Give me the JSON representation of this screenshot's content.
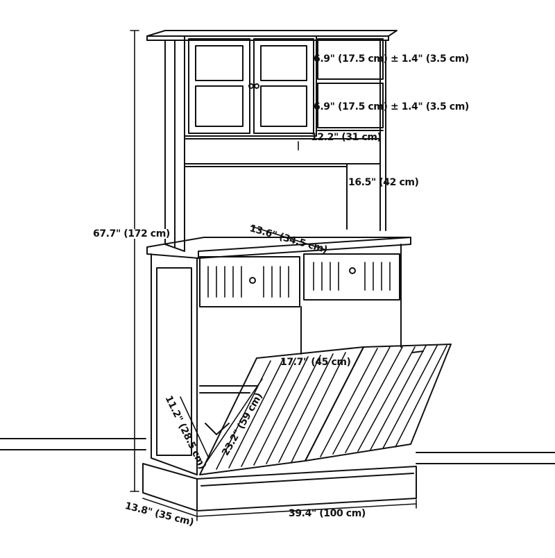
{
  "diagram": {
    "dimensions": {
      "shelf_upper": "6.9\" (17.5 cm) ± 1.4\" (3.5 cm)",
      "shelf_lower": "6.9\" (17.5 cm) ± 1.4\" (3.5 cm)",
      "hutch_depth": "12.2\" (31 cm)",
      "hutch_gap_height": "16.5\" (42 cm)",
      "total_height": "67.7\" (172 cm)",
      "counter_depth": "13.6\" (34.5 cm)",
      "bin_width": "17.7\" (45 cm)",
      "bin_depth": "11.2\" (28.5 cm)",
      "bin_height": "23.2\" (59 cm)",
      "base_depth": "13.8\" (35 cm)",
      "total_width": "39.4\" (100 cm)"
    }
  }
}
